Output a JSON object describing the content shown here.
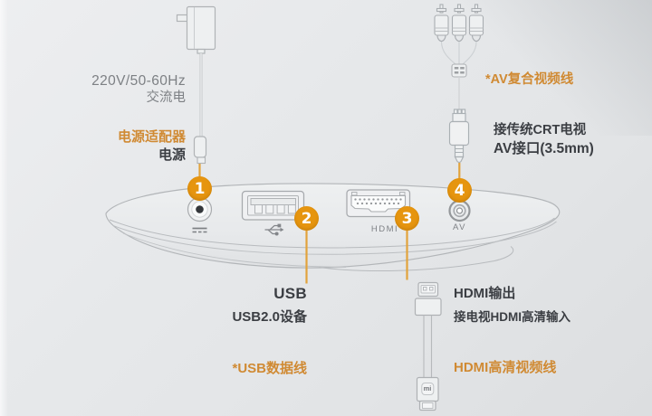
{
  "colors": {
    "accent_orange": "#e6950f",
    "orange_text": "#d08a33",
    "dark_text": "#3b3e43",
    "gray_text": "#7d8084",
    "line_art_gray": "#aeb1b4"
  },
  "power_adapter": {
    "badge": "1",
    "spec_line1": "220V/50-60Hz",
    "spec_line2": "交流电",
    "adapter_label": "电源适配器",
    "power_label": "电源"
  },
  "usb": {
    "badge": "2",
    "title": "USB",
    "subtitle": "USB2.0设备",
    "cable_label": "*USB数据线"
  },
  "hdmi": {
    "badge": "3",
    "port_label": "HDMI",
    "title": "HDMI输出",
    "subtitle": "接电视HDMI高清输入",
    "cable_label": "HDMI高清视频线",
    "cable_logo": "mi"
  },
  "av": {
    "badge": "4",
    "port_label": "AV",
    "cable_label": "*AV复合视频线",
    "desc_line1": "接传统CRT电视",
    "desc_line2": "AV接口(3.5mm)"
  }
}
